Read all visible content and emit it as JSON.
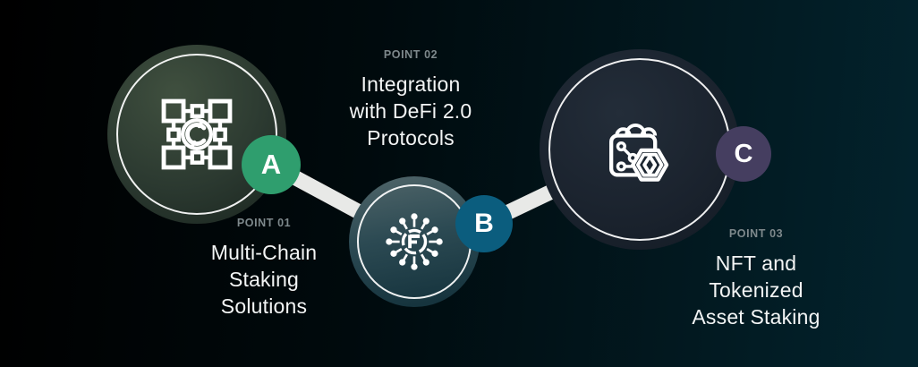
{
  "diagram": {
    "background": {
      "left_color": "#000000",
      "right_color": "#03232d"
    },
    "connector_color": "#e8e9e7",
    "nodes": [
      {
        "id": "A",
        "badge_letter": "A",
        "badge_color": "#2f9e6e",
        "icon": "multi-chain-network-coin-icon",
        "point_label": "POINT 01",
        "title_lines": [
          "Multi-Chain",
          "Staking",
          "Solutions"
        ]
      },
      {
        "id": "B",
        "badge_letter": "B",
        "badge_color": "#0b5d7e",
        "icon": "defi-protocol-chip-icon",
        "point_label": "POINT 02",
        "title_lines": [
          "Integration",
          "with DeFi 2.0",
          "Protocols"
        ]
      },
      {
        "id": "C",
        "badge_letter": "C",
        "badge_color": "#453e60",
        "icon": "nft-tokenized-asset-icon",
        "point_label": "POINT 03",
        "title_lines": [
          "NFT and",
          "Tokenized",
          "Asset Staking"
        ]
      }
    ]
  }
}
